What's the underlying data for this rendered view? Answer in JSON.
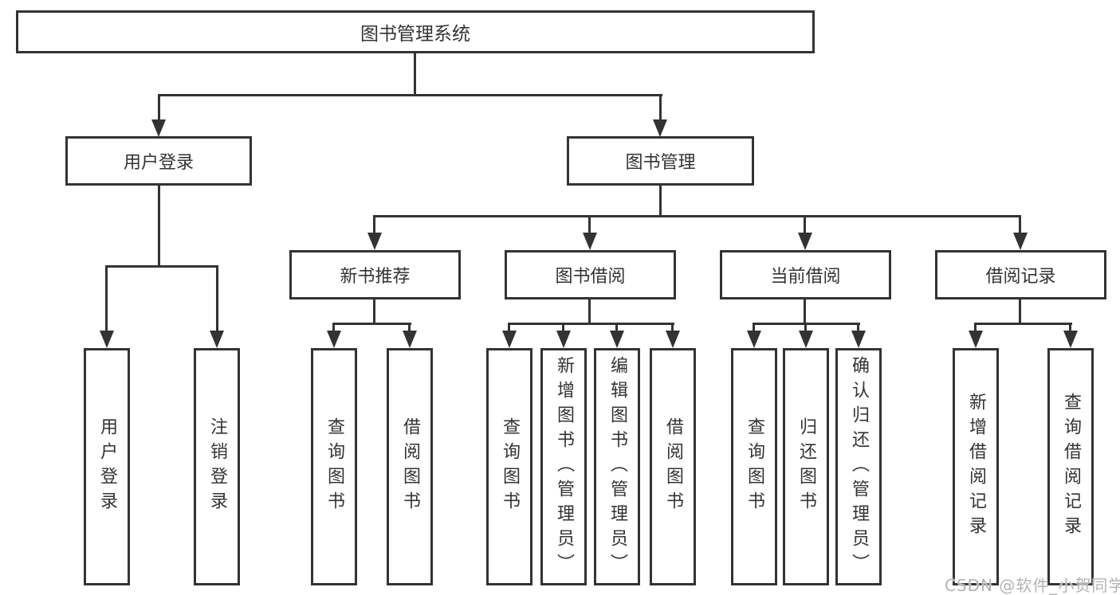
{
  "tree": {
    "root": {
      "label": "图书管理系统"
    },
    "branches": [
      {
        "label": "用户登录",
        "children": [
          {
            "label": "用户登录"
          },
          {
            "label": "注销登录"
          }
        ]
      },
      {
        "label": "图书管理",
        "children": [
          {
            "label": "新书推荐",
            "children": [
              {
                "label": "查询图书"
              },
              {
                "label": "借阅图书"
              }
            ]
          },
          {
            "label": "图书借阅",
            "children": [
              {
                "label": "查询图书"
              },
              {
                "label": "新增图书（管理员）"
              },
              {
                "label": "编辑图书（管理员）"
              },
              {
                "label": "借阅图书"
              }
            ]
          },
          {
            "label": "当前借阅",
            "children": [
              {
                "label": "查询图书"
              },
              {
                "label": "归还图书"
              },
              {
                "label": "确认归还（管理员）"
              }
            ]
          },
          {
            "label": "借阅记录",
            "children": [
              {
                "label": "新增借阅记录"
              },
              {
                "label": "查询借阅记录"
              }
            ]
          }
        ]
      }
    ]
  },
  "watermark": "CSDN @软件_小贺同学",
  "colors": {
    "line": "#333333",
    "box_background": "#ffffff",
    "text": "#333333",
    "watermark_text": "#b3b3b3"
  }
}
